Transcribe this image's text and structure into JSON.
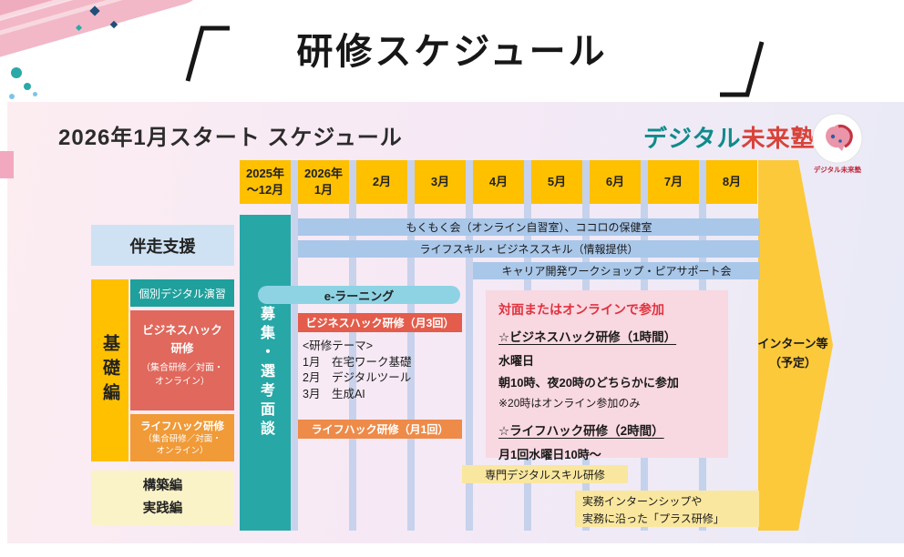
{
  "title": "研修スケジュール",
  "heading": "2026年1月スタート スケジュール",
  "brand": {
    "name_teal": "デジタル",
    "name_red": "未来塾",
    "logo_caption": "デジタル未来塾"
  },
  "timeline": {
    "columns": [
      "2025年\n〜12月",
      "2026年\n1月",
      "2月",
      "3月",
      "4月",
      "5月",
      "6月",
      "7月",
      "8月"
    ]
  },
  "left_panel": {
    "support": "伴走支援",
    "kiso": "基礎編",
    "kobetsu": "個別デジタル演習",
    "business_main": "ビジネスハック\n研修",
    "business_sub": "（集合研修／対面・\nオンライン）",
    "life_main": "ライフハック研修",
    "life_sub": "（集合研修／対面・\nオンライン）",
    "kochiku": "構築編\n実践編",
    "recruit": "募集・選考面談"
  },
  "bars": {
    "mokumoku": "もくもく会（オンライン自習室）、ココロの保健室",
    "lifeskill": "ライフスキル・ビジネススキル（情報提供）",
    "career": "キャリア開発ワークショップ・ピアサポート会",
    "elearning": "e-ラーニング",
    "business_hack": "ビジネスハック研修（月3回）",
    "themes": "<研修テーマ>\n1月　在宅ワーク基礎\n2月　デジタルツール\n3月　生成AI",
    "life_hack": "ライフハック研修（月1回）",
    "senmon": "専門デジタルスキル研修",
    "jitsumu": "実務インターンシップや\n実務に沿った「プラス研修」",
    "intern": "インターン等\n（予定）"
  },
  "info_box": {
    "title": "対面またはオンラインで参加",
    "bh_heading": "☆ビジネスハック研修（1時間）",
    "bh_day": "水曜日",
    "bh_time": "朝10時、夜20時のどちらかに参加",
    "bh_note": "※20時はオンライン参加のみ",
    "lh_heading": "☆ライフハック研修（2時間）",
    "lh_time": "月1回水曜日10時〜"
  },
  "colors": {
    "header_gold": "#FFC000",
    "recruit_teal": "#28A7A7",
    "light_blue_bar": "#A9C7E9",
    "elearning_cyan": "#8ED3E4",
    "business_coral": "#E0685C",
    "life_orange": "#F09A38",
    "pale_yellow": "#FAE79F",
    "info_pink": "#F8D8E1",
    "accent_red": "#E0333F",
    "brand_teal": "#0F8B8B",
    "brand_red": "#D8433A",
    "arrow_gold": "#FCC93B"
  }
}
